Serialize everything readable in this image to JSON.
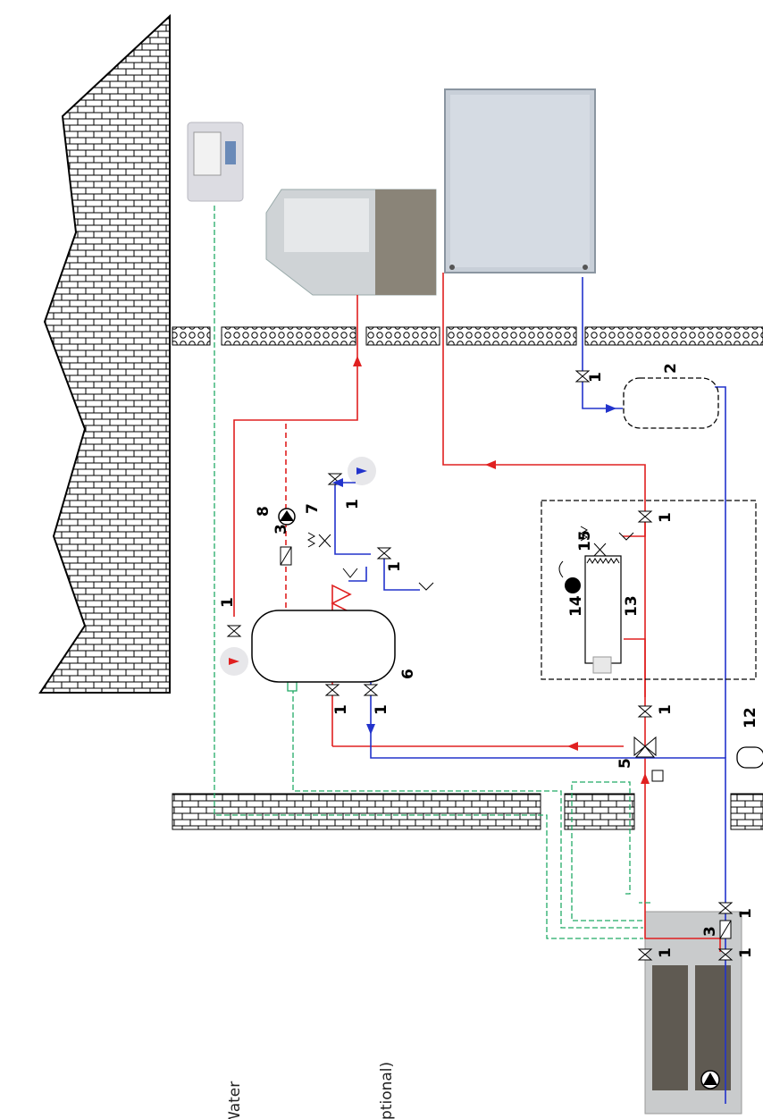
{
  "diagram": {
    "colors": {
      "hot_pipe": "#e02020",
      "cold_pipe": "#2233cc",
      "control_wire": "#22aa66",
      "wall_fill": "#ffffff",
      "wall_stroke": "#000000"
    },
    "labels": {
      "valve": "1",
      "expansion_tank": "2",
      "filter": "3",
      "three_way_valve": "5",
      "dhw_tank": "6",
      "safety_valve": "7",
      "dhw_pump": "8",
      "buffer": "12",
      "backup_heater": "13",
      "pressure_gauge": "14",
      "heater_safety_valve": "15"
    },
    "captions": {
      "water": "Water",
      "optional": "(optional)"
    },
    "icons": [
      "thermostat-icon",
      "indoor-unit-icon",
      "radiator-panel-icon",
      "outdoor-unit-icon",
      "hot-water-tap-icon",
      "cold-water-tap-icon"
    ]
  }
}
